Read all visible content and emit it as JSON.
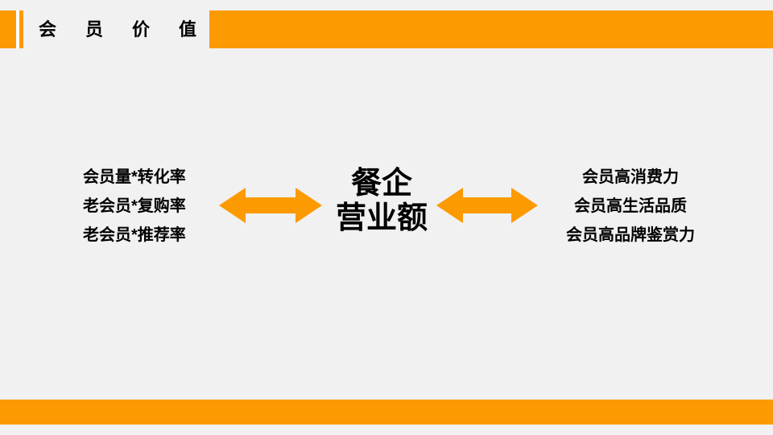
{
  "header": {
    "title": "会员价值"
  },
  "diagram": {
    "left_items": [
      "会员量*转化率",
      "老会员*复购率",
      "老会员*推荐率"
    ],
    "center_lines": [
      "餐企",
      "营业额"
    ],
    "right_items": [
      "会员高消费力",
      "会员高生活品质",
      "会员高品牌鉴赏力"
    ]
  },
  "colors": {
    "accent": "#FC9A02",
    "background": "#F1F1F1",
    "text": "#000000"
  }
}
